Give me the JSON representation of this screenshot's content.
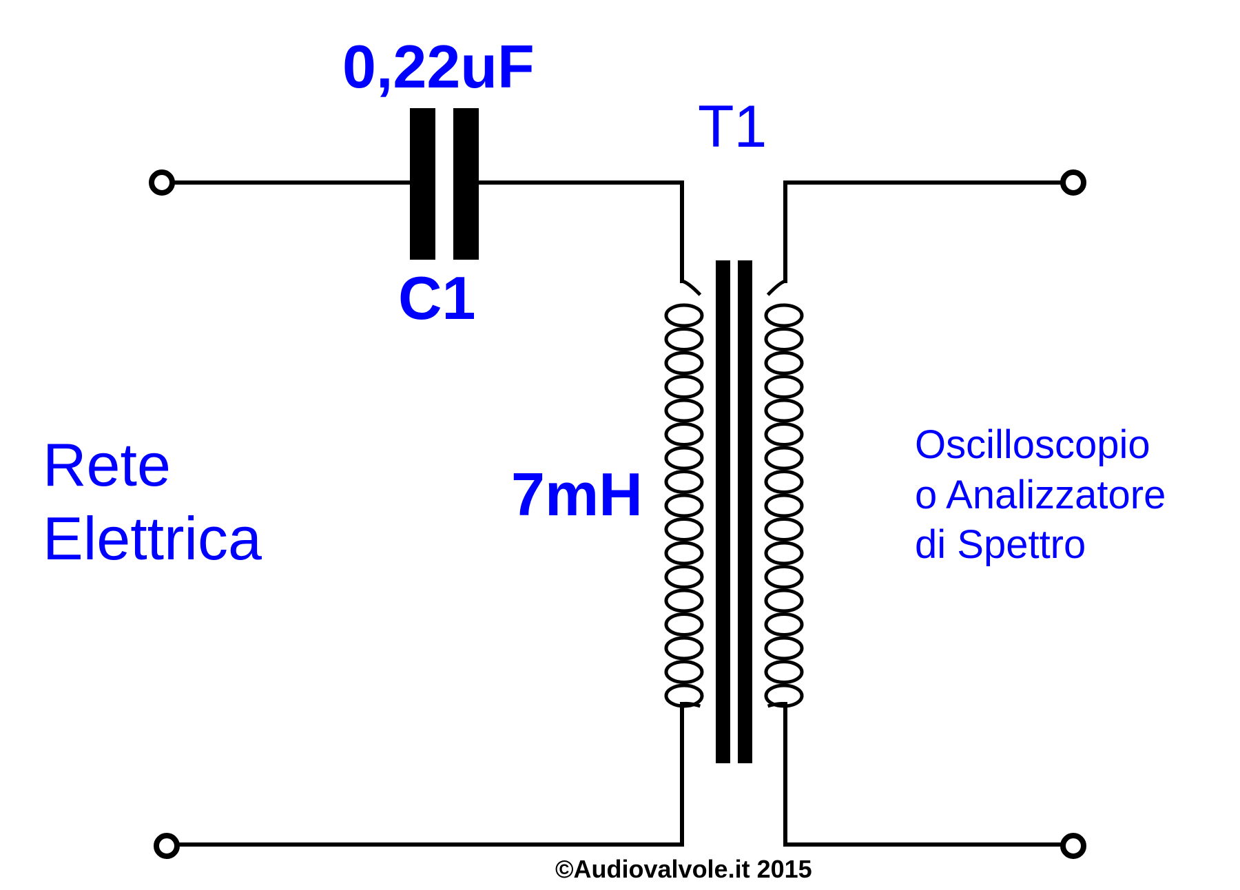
{
  "capacitor": {
    "value_label": "0,22uF",
    "ref_label": "C1"
  },
  "transformer": {
    "ref_label": "T1",
    "inductance_label": "7mH"
  },
  "input_side": {
    "label_line1": "Rete",
    "label_line2": "Elettrica"
  },
  "output_side": {
    "label_line1": "Oscilloscopio",
    "label_line2": "o Analizzatore",
    "label_line3": "di Spettro"
  },
  "footer": {
    "copyright": "©Audiovalvole.it 2015"
  },
  "colors": {
    "label_blue": "#0000ff",
    "wire": "#000000",
    "background": "#ffffff"
  }
}
